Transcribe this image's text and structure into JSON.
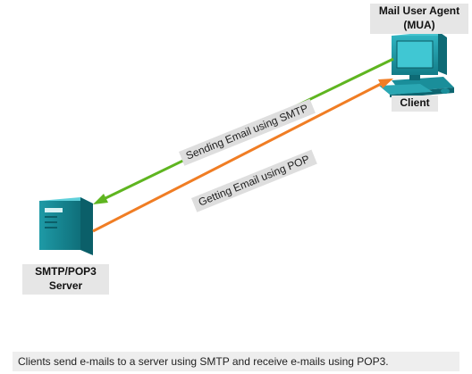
{
  "client": {
    "title_line1": "Mail User Agent",
    "title_line2": "(MUA)",
    "label": "Client",
    "icon": "desktop-computer-icon"
  },
  "server": {
    "label_line1": "SMTP/POP3",
    "label_line2": "Server",
    "icon": "tower-server-icon"
  },
  "arrows": {
    "send_label": "Sending Email using SMTP",
    "send_color": "#5fb520",
    "receive_label": "Getting Email using POP",
    "receive_color": "#f07d24"
  },
  "caption": "Clients send e-mails to a server using SMTP and receive e-mails using POP3."
}
